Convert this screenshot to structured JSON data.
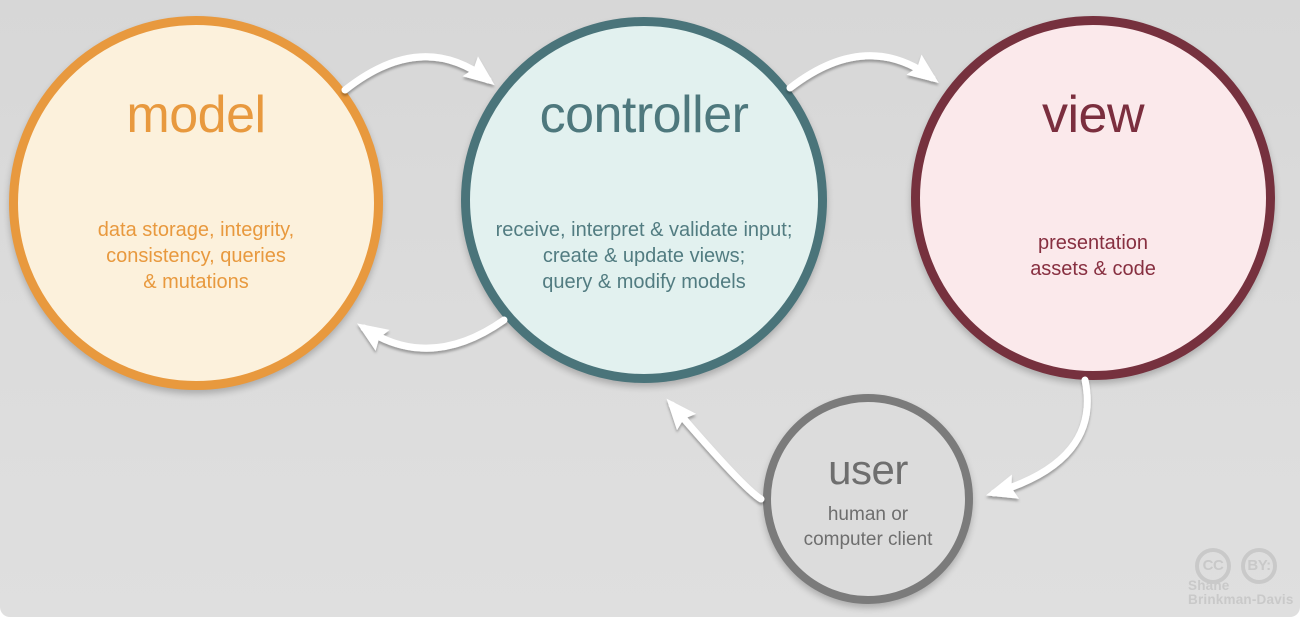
{
  "nodes": {
    "model": {
      "title": "model",
      "description": "data storage, integrity,\nconsistency, queries\n& mutations",
      "border_color": "#e8993e",
      "fill_color": "#fcf1dc",
      "text_color": "#e8993e"
    },
    "controller": {
      "title": "controller",
      "description": "receive, interpret & validate input;\ncreate & update views;\nquery & modify models",
      "border_color": "#4a747a",
      "fill_color": "#e2f1ef",
      "text_color": "#527c81"
    },
    "view": {
      "title": "view",
      "description": "presentation\nassets & code",
      "border_color": "#76313e",
      "fill_color": "#fbe9eb",
      "text_color": "#7b2e3e"
    },
    "user": {
      "title": "user",
      "description": "human or\ncomputer client",
      "border_color": "#7b7b7b",
      "fill_color": "#dcdcdc",
      "text_color": "#6e6e6e"
    }
  },
  "arrows": {
    "color": "#ffffff",
    "items": [
      {
        "name": "model-to-controller"
      },
      {
        "name": "controller-to-view"
      },
      {
        "name": "controller-to-model"
      },
      {
        "name": "view-to-user"
      },
      {
        "name": "user-to-controller"
      }
    ]
  },
  "attribution": {
    "cc_badge": "CC",
    "by_badge": "BY:",
    "author": "Shane\nBrinkman-Davis",
    "color": "#c9c9c9"
  }
}
